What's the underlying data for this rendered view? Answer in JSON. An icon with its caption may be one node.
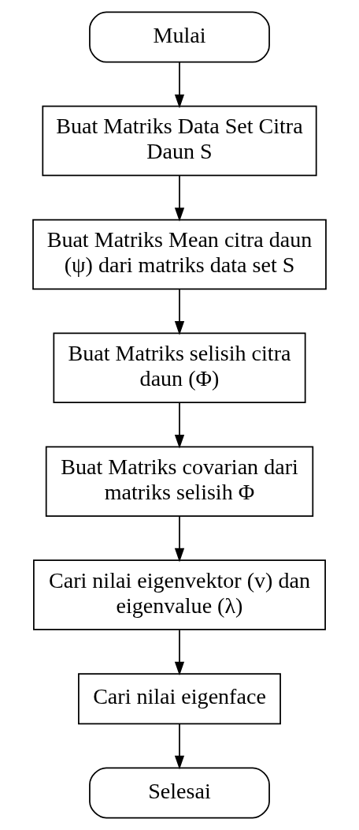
{
  "diagram": {
    "nodes": [
      {
        "text": [
          "Mulai"
        ]
      },
      {
        "text": [
          "Buat Matriks Data Set Citra Daun S"
        ]
      },
      {
        "text": [
          "Buat Matriks Mean citra daun (ψ) dari matriks data set S"
        ]
      },
      {
        "text": [
          "Buat Matriks selisih citra daun (Φ)"
        ]
      },
      {
        "text": [
          "Buat Matriks covarian dari matriks selisih Φ"
        ]
      },
      {
        "text": [
          "Cari nilai eigenvektor (v) dan eigenvalue (λ)"
        ]
      },
      {
        "text": [
          "Cari nilai eigenface"
        ]
      },
      {
        "text": [
          "Selesai"
        ]
      }
    ],
    "edges": [
      {
        "from": 0,
        "to": 1,
        "arrow": "to"
      },
      {
        "from": 1,
        "to": 2,
        "arrow": "to"
      },
      {
        "from": 2,
        "to": 3,
        "arrow": "to"
      },
      {
        "from": 3,
        "to": 4,
        "arrow": "to"
      },
      {
        "from": 4,
        "to": 5,
        "arrow": "to"
      },
      {
        "from": 5,
        "to": 6,
        "arrow": "to"
      },
      {
        "from": 6,
        "to": 7,
        "arrow": "to"
      }
    ]
  }
}
